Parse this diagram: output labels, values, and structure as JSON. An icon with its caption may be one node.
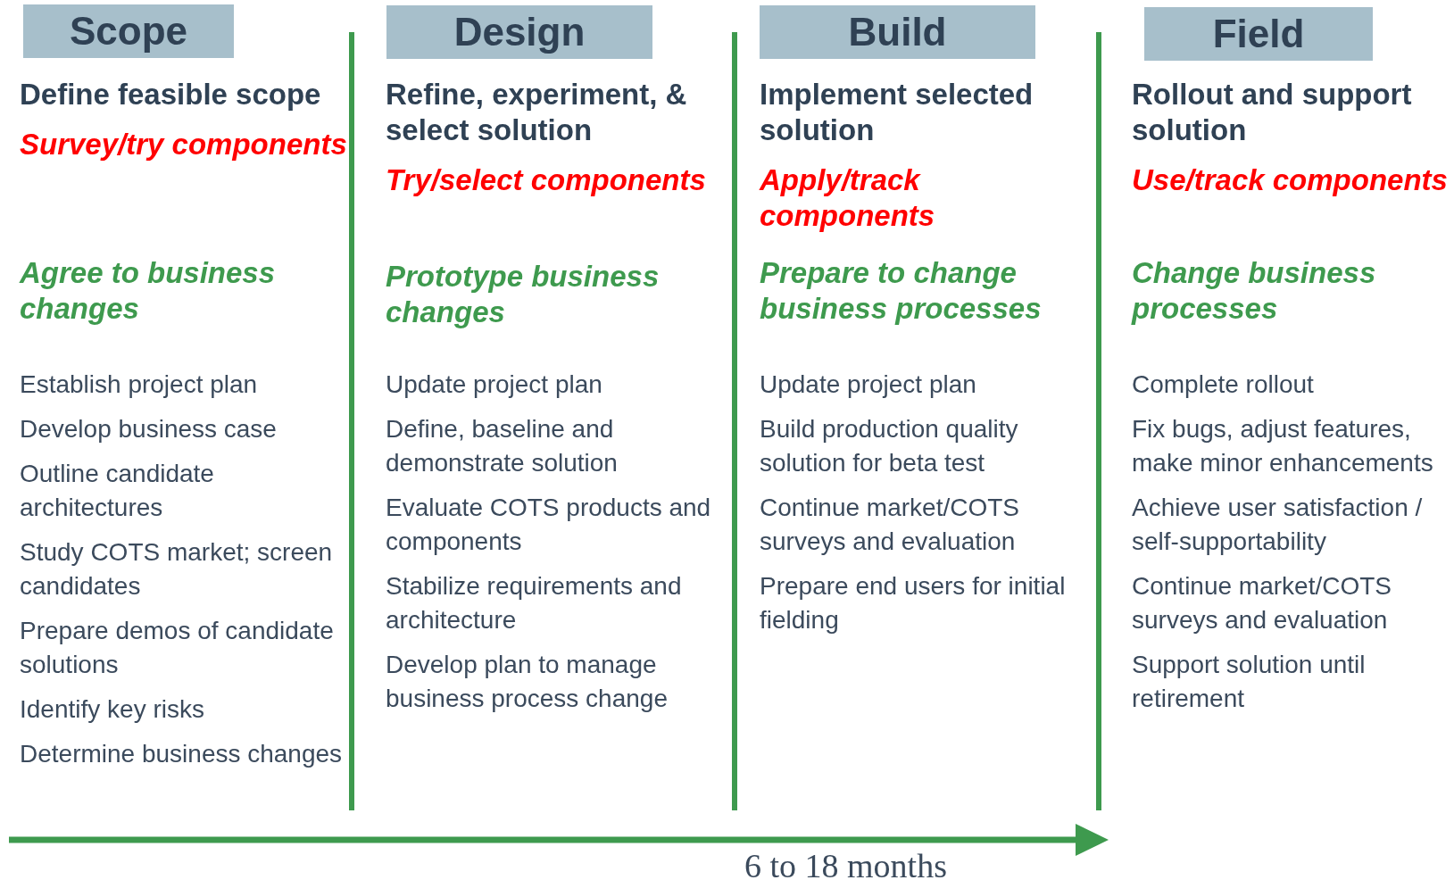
{
  "diagram": {
    "nodes": [
      {
        "text": [
          "Scope"
        ]
      },
      {
        "text": [
          "Design"
        ]
      },
      {
        "text": [
          "Build"
        ]
      },
      {
        "text": [
          "Field"
        ]
      }
    ],
    "labels": [
      "Define feasible scope",
      "Survey/try components",
      "Agree to business changes",
      "Establish project plan",
      "Develop business case",
      "Outline candidate architectures",
      "Study COTS market; screen candidates",
      "Prepare demos of candidate solutions",
      "Identify key risks",
      "Determine business changes",
      "Refine, experiment, & select solution",
      "Try/select components",
      "Prototype business changes",
      "Update project plan",
      "Define, baseline and demonstrate solution",
      "Evaluate COTS products and components",
      "Stabilize requirements and architecture",
      "Develop plan to manage business process change",
      "Implement selected solution",
      "Apply/track components",
      "Prepare to change business processes",
      "Update project plan",
      "Build production quality solution for beta test",
      "Continue market/COTS surveys and evaluation",
      "Prepare end users for initial fielding",
      "Rollout and support solution",
      "Use/track components",
      "Change business processes",
      "Complete rollout",
      "Fix bugs, adjust features, make minor enhancements",
      "Achieve user satisfaction / self-supportability",
      "Continue market/COTS surveys and evaluation",
      "Support solution until retirement",
      "6 to 18 months"
    ]
  }
}
